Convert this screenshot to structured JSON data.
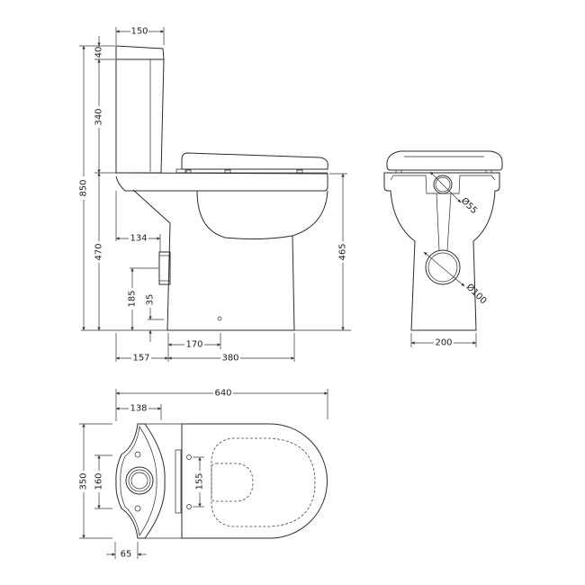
{
  "side_view": {
    "dims": {
      "cistern_width": "150",
      "overall_height": "850",
      "lid_height": "40",
      "cistern_height": "340",
      "pan_height": "470",
      "seat_height": "465",
      "outlet_offset": "134",
      "outlet_height": "185",
      "inlet_height": "35",
      "fixing_hole": "170",
      "cistern_overhang": "157",
      "pan_length": "380"
    }
  },
  "front_view": {
    "dims": {
      "inlet_diameter": "Ø55",
      "outlet_diameter": "Ø100",
      "foot_width": "200"
    }
  },
  "plan_view": {
    "dims": {
      "overall_length": "640",
      "cistern_depth": "138",
      "overall_width": "350",
      "cistern_fixing_centres": "160",
      "outlet_offset": "65",
      "seat_fixing_centres": "155"
    }
  }
}
